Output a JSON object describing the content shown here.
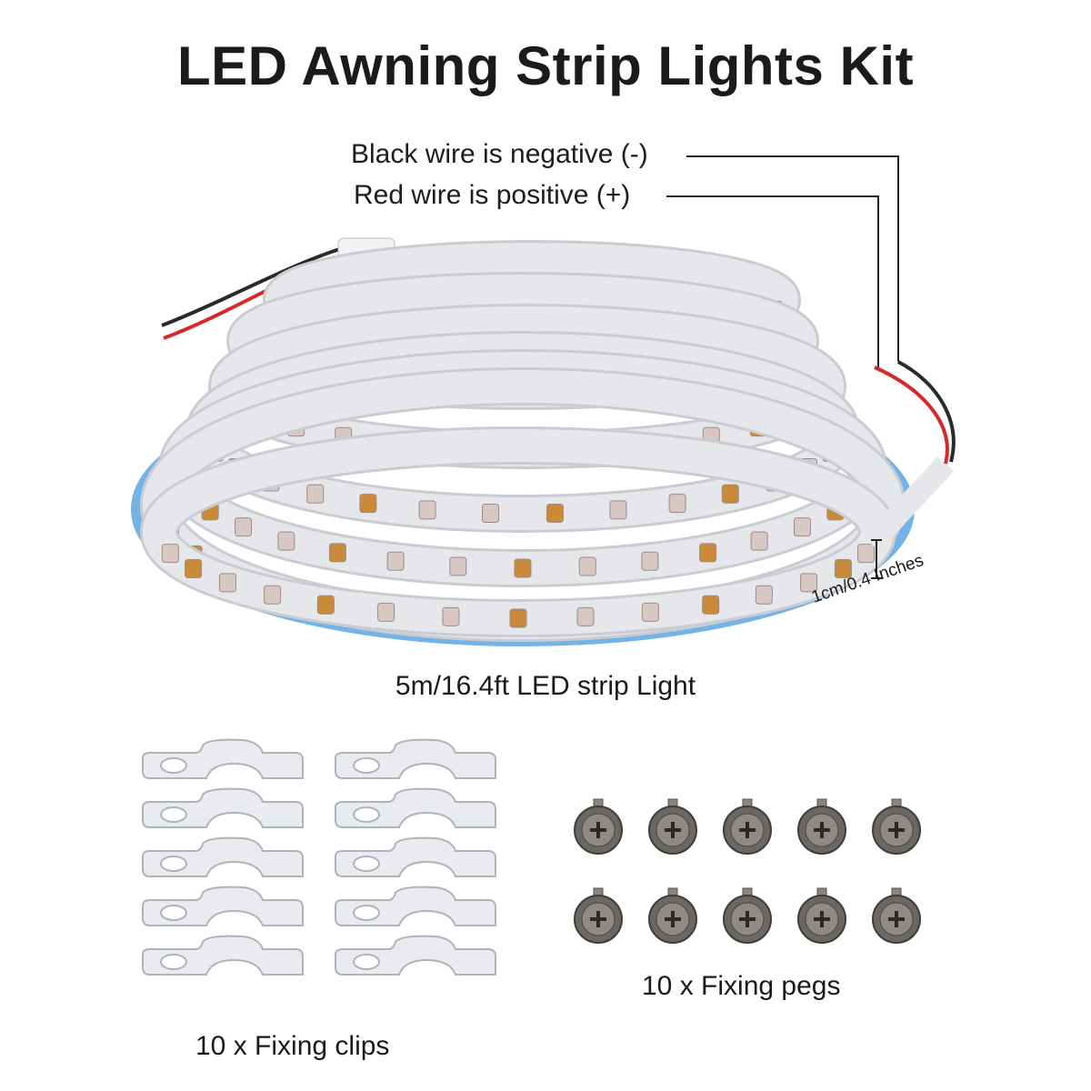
{
  "title": "LED Awning Strip Lights Kit",
  "callouts": {
    "negative": "Black wire is negative (-)",
    "positive": "Red wire is positive (+)",
    "width": "1cm/0.4 Inches"
  },
  "captions": {
    "strip": "5m/16.4ft LED strip Light",
    "clips": "10 x Fixing clips",
    "pegs": "10 x Fixing pegs"
  },
  "colors": {
    "strip_body": "#e6e7ea",
    "strip_backing": "#5aa6e0",
    "led_face": "#d9c7c2",
    "led_amber": "#c98a3a",
    "wire_red": "#d42a2a",
    "wire_black": "#2a2a2a",
    "peg_metal": "#6b6763",
    "clip_plastic": "#e9ebee"
  },
  "icons": [
    "led-strip-reel",
    "fixing-clip",
    "fixing-peg"
  ]
}
